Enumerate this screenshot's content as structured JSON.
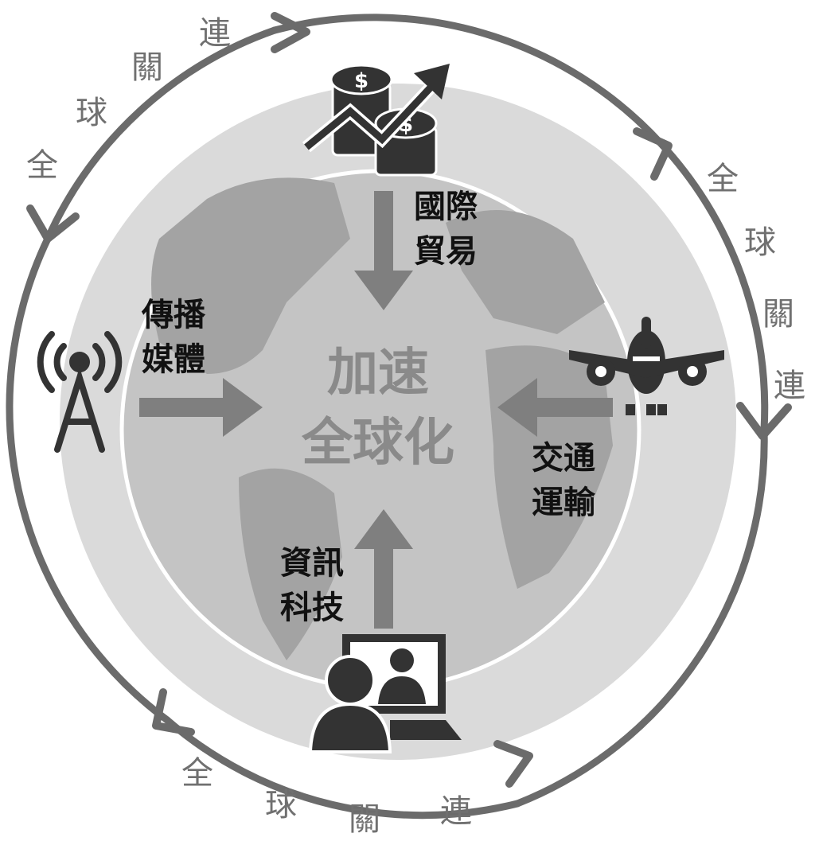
{
  "center_title": {
    "line1": "加速",
    "line2": "全球化"
  },
  "factors": {
    "trade": {
      "line1": "國際",
      "line2": "貿易",
      "icon": "coins-growth-icon"
    },
    "media": {
      "line1": "傳播",
      "line2": "媒體",
      "icon": "broadcast-tower-icon"
    },
    "transport": {
      "line1": "交通",
      "line2": "運輸",
      "icon": "airplane-icon"
    },
    "it": {
      "line1": "資訊",
      "line2": "科技",
      "icon": "video-call-laptop-icon"
    }
  },
  "ring_text": {
    "top_left": [
      "全",
      "球",
      "關",
      "連"
    ],
    "right": [
      "全",
      "球",
      "關",
      "連"
    ],
    "bottom": [
      "全",
      "球",
      "關",
      "連"
    ]
  },
  "colors": {
    "ring": "#6b6b6b",
    "arrow": "#7f7f7f",
    "halo": "#d6d6d6",
    "globe": "#bdbdbd",
    "land": "#9a9a9a"
  }
}
